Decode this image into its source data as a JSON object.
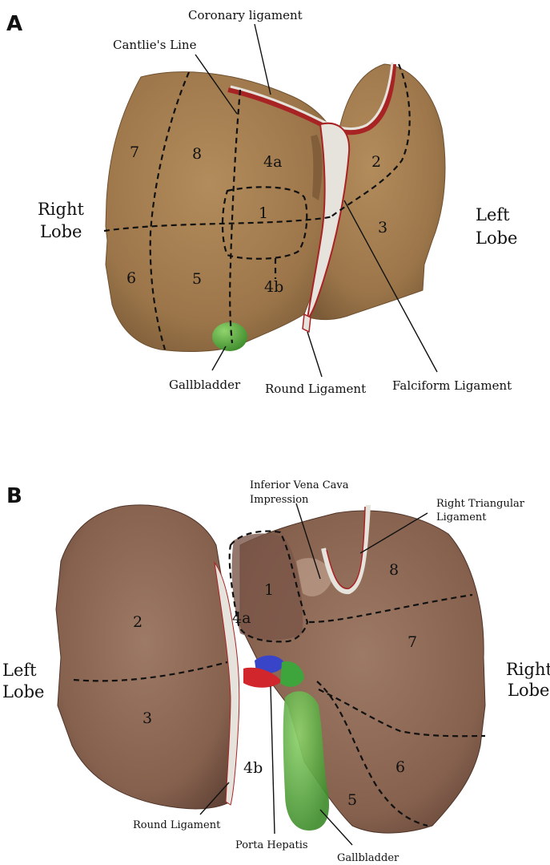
{
  "panels": {
    "a": {
      "letter": "A",
      "callouts": {
        "coronary": "Coronary ligament",
        "cantlie": "Cantlie's Line",
        "gallbladder": "Gallbladder",
        "round": "Round Ligament",
        "falciform": "Falciform Ligament"
      },
      "lobes": {
        "right_1": "Right",
        "right_2": "Lobe",
        "left_1": "Left",
        "left_2": "Lobe"
      },
      "segments": {
        "s7": "7",
        "s8": "8",
        "s4a": "4a",
        "s1": "1",
        "s2": "2",
        "s3": "3",
        "s6": "6",
        "s5": "5",
        "s4b": "4b"
      }
    },
    "b": {
      "letter": "B",
      "callouts": {
        "ivc_1": "Inferior Vena Cava",
        "ivc_2": "Impression",
        "rtl_1": "Right Triangular",
        "rtl_2": "Ligament",
        "round": "Round Ligament",
        "porta": "Porta Hepatis",
        "gallbladder": "Gallbladder"
      },
      "lobes": {
        "left_1": "Left",
        "left_2": "Lobe",
        "right_1": "Right",
        "right_2": "Lobe"
      },
      "segments": {
        "s1": "1",
        "s8": "8",
        "s4a": "4a",
        "s2": "2",
        "s7": "7",
        "s3": "3",
        "s4b": "4b",
        "s6": "6",
        "s5": "5"
      }
    }
  },
  "colors": {
    "liver": "#a07a4f",
    "liver_dark": "#7d5c3a",
    "liver_b": "#8f6a57",
    "ligament": "#e6e2dc",
    "ligament_red": "#a82424",
    "gallbladder": "#5cb043",
    "vessel_blue": "#3845c8",
    "vessel_red": "#d1262b",
    "vessel_green": "#3da53b"
  }
}
